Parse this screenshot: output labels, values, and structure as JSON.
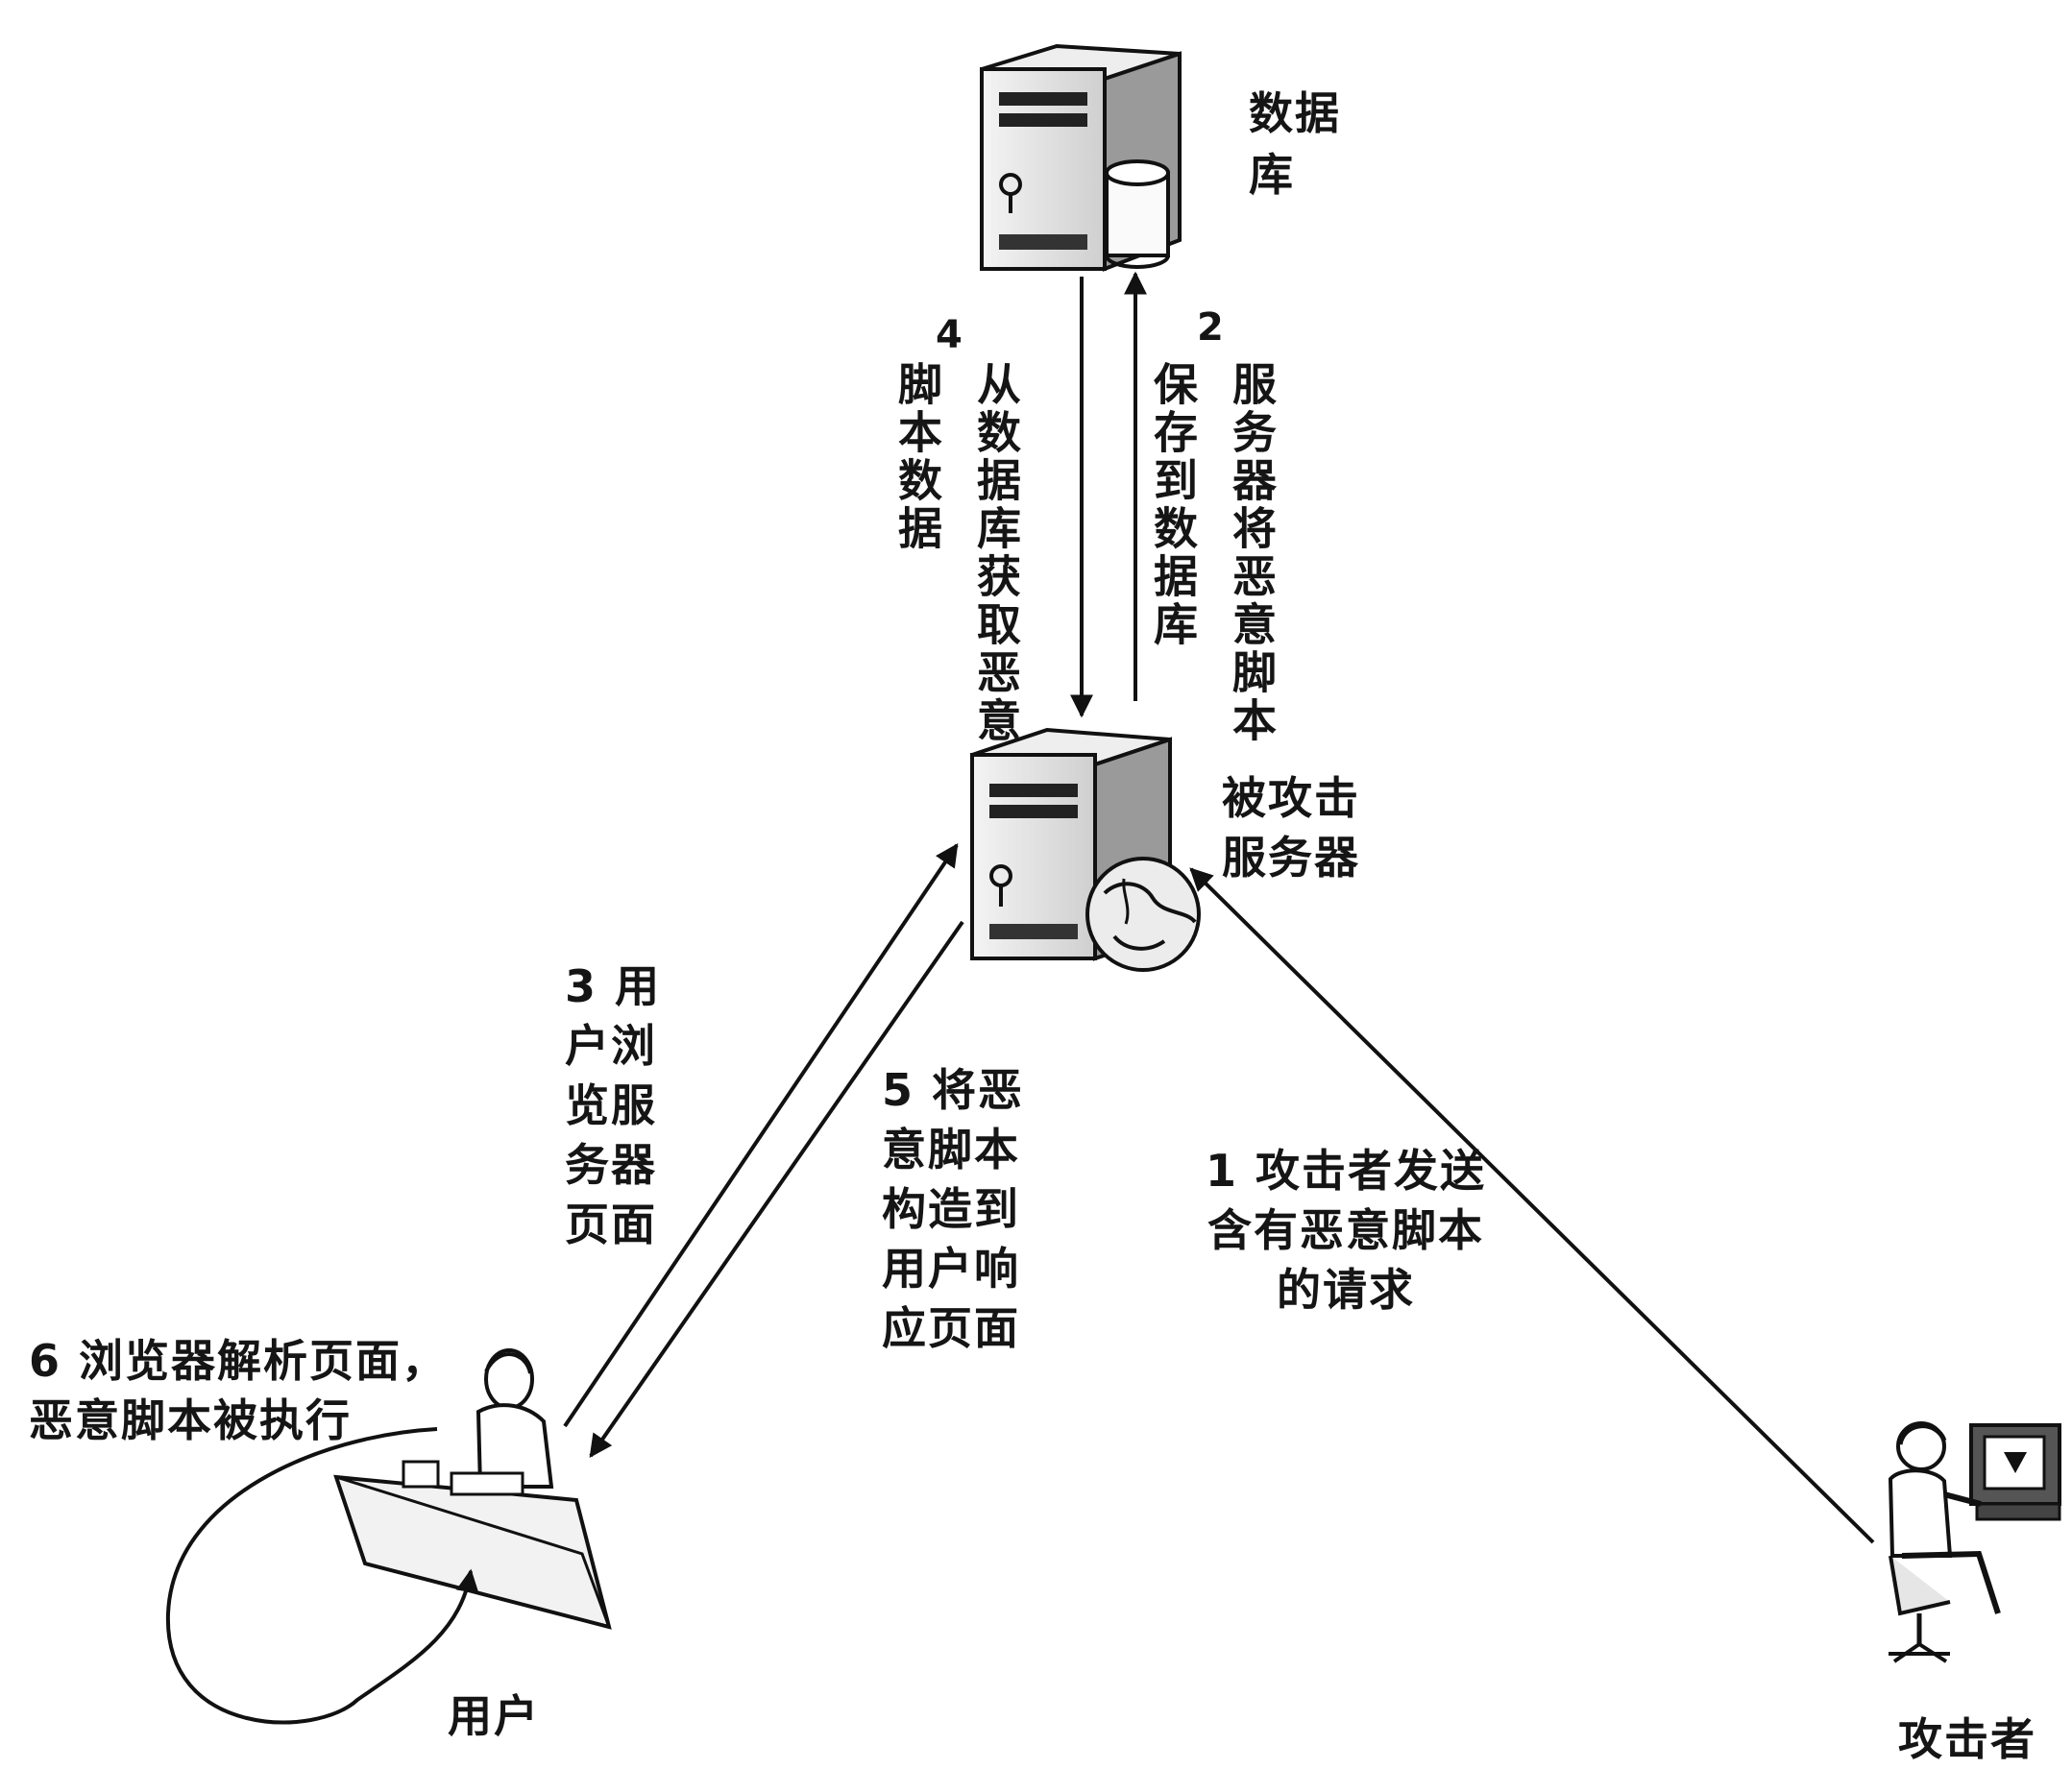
{
  "nodes": {
    "database": {
      "label": "数据\n库"
    },
    "server": {
      "label": "被攻击\n服务器"
    },
    "user": {
      "label": "用户"
    },
    "attacker": {
      "label": "攻击者"
    }
  },
  "steps": {
    "s1": {
      "text": "1 攻击者发送\n含有恶意脚本\n的请求"
    },
    "s2": {
      "number": "2",
      "col1": "服务器将恶意脚本",
      "col2": "保存到数据库"
    },
    "s3": {
      "text": "3 用\n户浏\n览服\n务器\n页面"
    },
    "s4": {
      "number": "4",
      "col1": "从数据库获取恶意",
      "col2": "脚本数据"
    },
    "s5": {
      "text": "5 将恶\n意脚本\n构造到\n用户响\n应页面"
    },
    "s6": {
      "text": "6 浏览器解析页面，\n恶意脚本被执行"
    }
  }
}
